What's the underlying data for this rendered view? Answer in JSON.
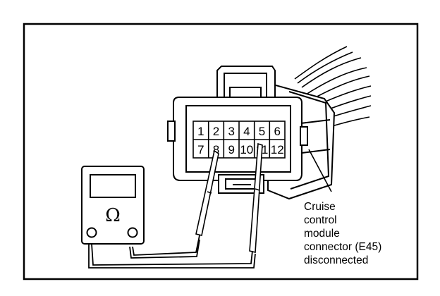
{
  "connector": {
    "pins_top": [
      "1",
      "2",
      "3",
      "4",
      "5",
      "6"
    ],
    "pins_bottom": [
      "7",
      "8",
      "9",
      "10",
      "11",
      "12"
    ]
  },
  "meter": {
    "symbol": "Ω"
  },
  "caption": {
    "lines": [
      "Cruise",
      "control",
      "module",
      "connector (E45)",
      "disconnected"
    ]
  }
}
